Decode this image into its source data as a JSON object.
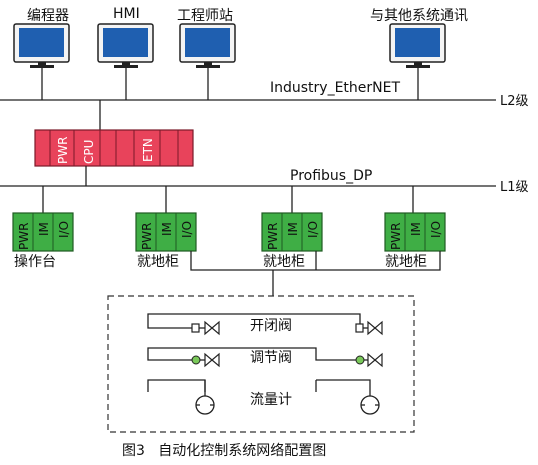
{
  "top_devices": [
    {
      "label": "编程器",
      "icon": "monitor-icon"
    },
    {
      "label": "HMI",
      "icon": "monitor-icon"
    },
    {
      "label": "工程师站",
      "icon": "monitor-icon"
    },
    {
      "label": "与其他系统通讯",
      "icon": "monitor-icon"
    }
  ],
  "network_top": {
    "label": "Industry_EtherNET",
    "level": "L2级"
  },
  "controller": {
    "modules": [
      "PWR",
      "CPU",
      "ETN"
    ],
    "color": "#e8435b"
  },
  "network_mid": {
    "label": "Profibus_DP",
    "level": "L1级"
  },
  "io_stations": [
    {
      "label": "操作台",
      "modules": [
        "PWR",
        "IM",
        "I/O"
      ]
    },
    {
      "label": "就地柜",
      "modules": [
        "PWR",
        "IM",
        "I/O"
      ]
    },
    {
      "label": "就地柜",
      "modules": [
        "PWR",
        "IM",
        "I/O"
      ]
    },
    {
      "label": "就地柜",
      "modules": [
        "PWR",
        "IM",
        "I/O"
      ]
    }
  ],
  "field_devices": [
    {
      "label": "开闭阀",
      "icon": "on-off-valve-icon"
    },
    {
      "label": "调节阀",
      "icon": "control-valve-icon"
    },
    {
      "label": "流量计",
      "icon": "flowmeter-icon"
    }
  ],
  "caption": "图3   自动化控制系统网络配置图",
  "colors": {
    "monitor_screen": "#1f5fb0",
    "io_module": "#3fae45",
    "cpu_module": "#e8435b"
  }
}
